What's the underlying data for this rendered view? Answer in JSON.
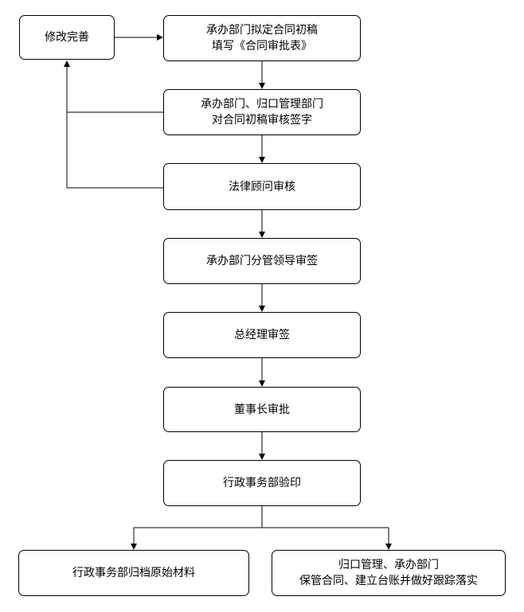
{
  "nodes": {
    "revise": {
      "lines": [
        "修改完善"
      ]
    },
    "draft": {
      "lines": [
        "承办部门拟定合同初稿",
        "填写《合同审批表》"
      ]
    },
    "dept_sign": {
      "lines": [
        "承办部门、归口管理部门",
        "对合同初稿审核签字"
      ]
    },
    "legal_review": {
      "lines": [
        "法律顾问审核"
      ]
    },
    "leader_sign": {
      "lines": [
        "承办部门分管领导审签"
      ]
    },
    "gm_sign": {
      "lines": [
        "总经理审签"
      ]
    },
    "chairman_approve": {
      "lines": [
        "董事长审批"
      ]
    },
    "seal": {
      "lines": [
        "行政事务部验印"
      ]
    },
    "archive": {
      "lines": [
        "行政事务部归档原始材料"
      ]
    },
    "custody": {
      "lines": [
        "归口管理、承办部门",
        "保管合同、建立台账并做好跟踪落实"
      ]
    }
  }
}
